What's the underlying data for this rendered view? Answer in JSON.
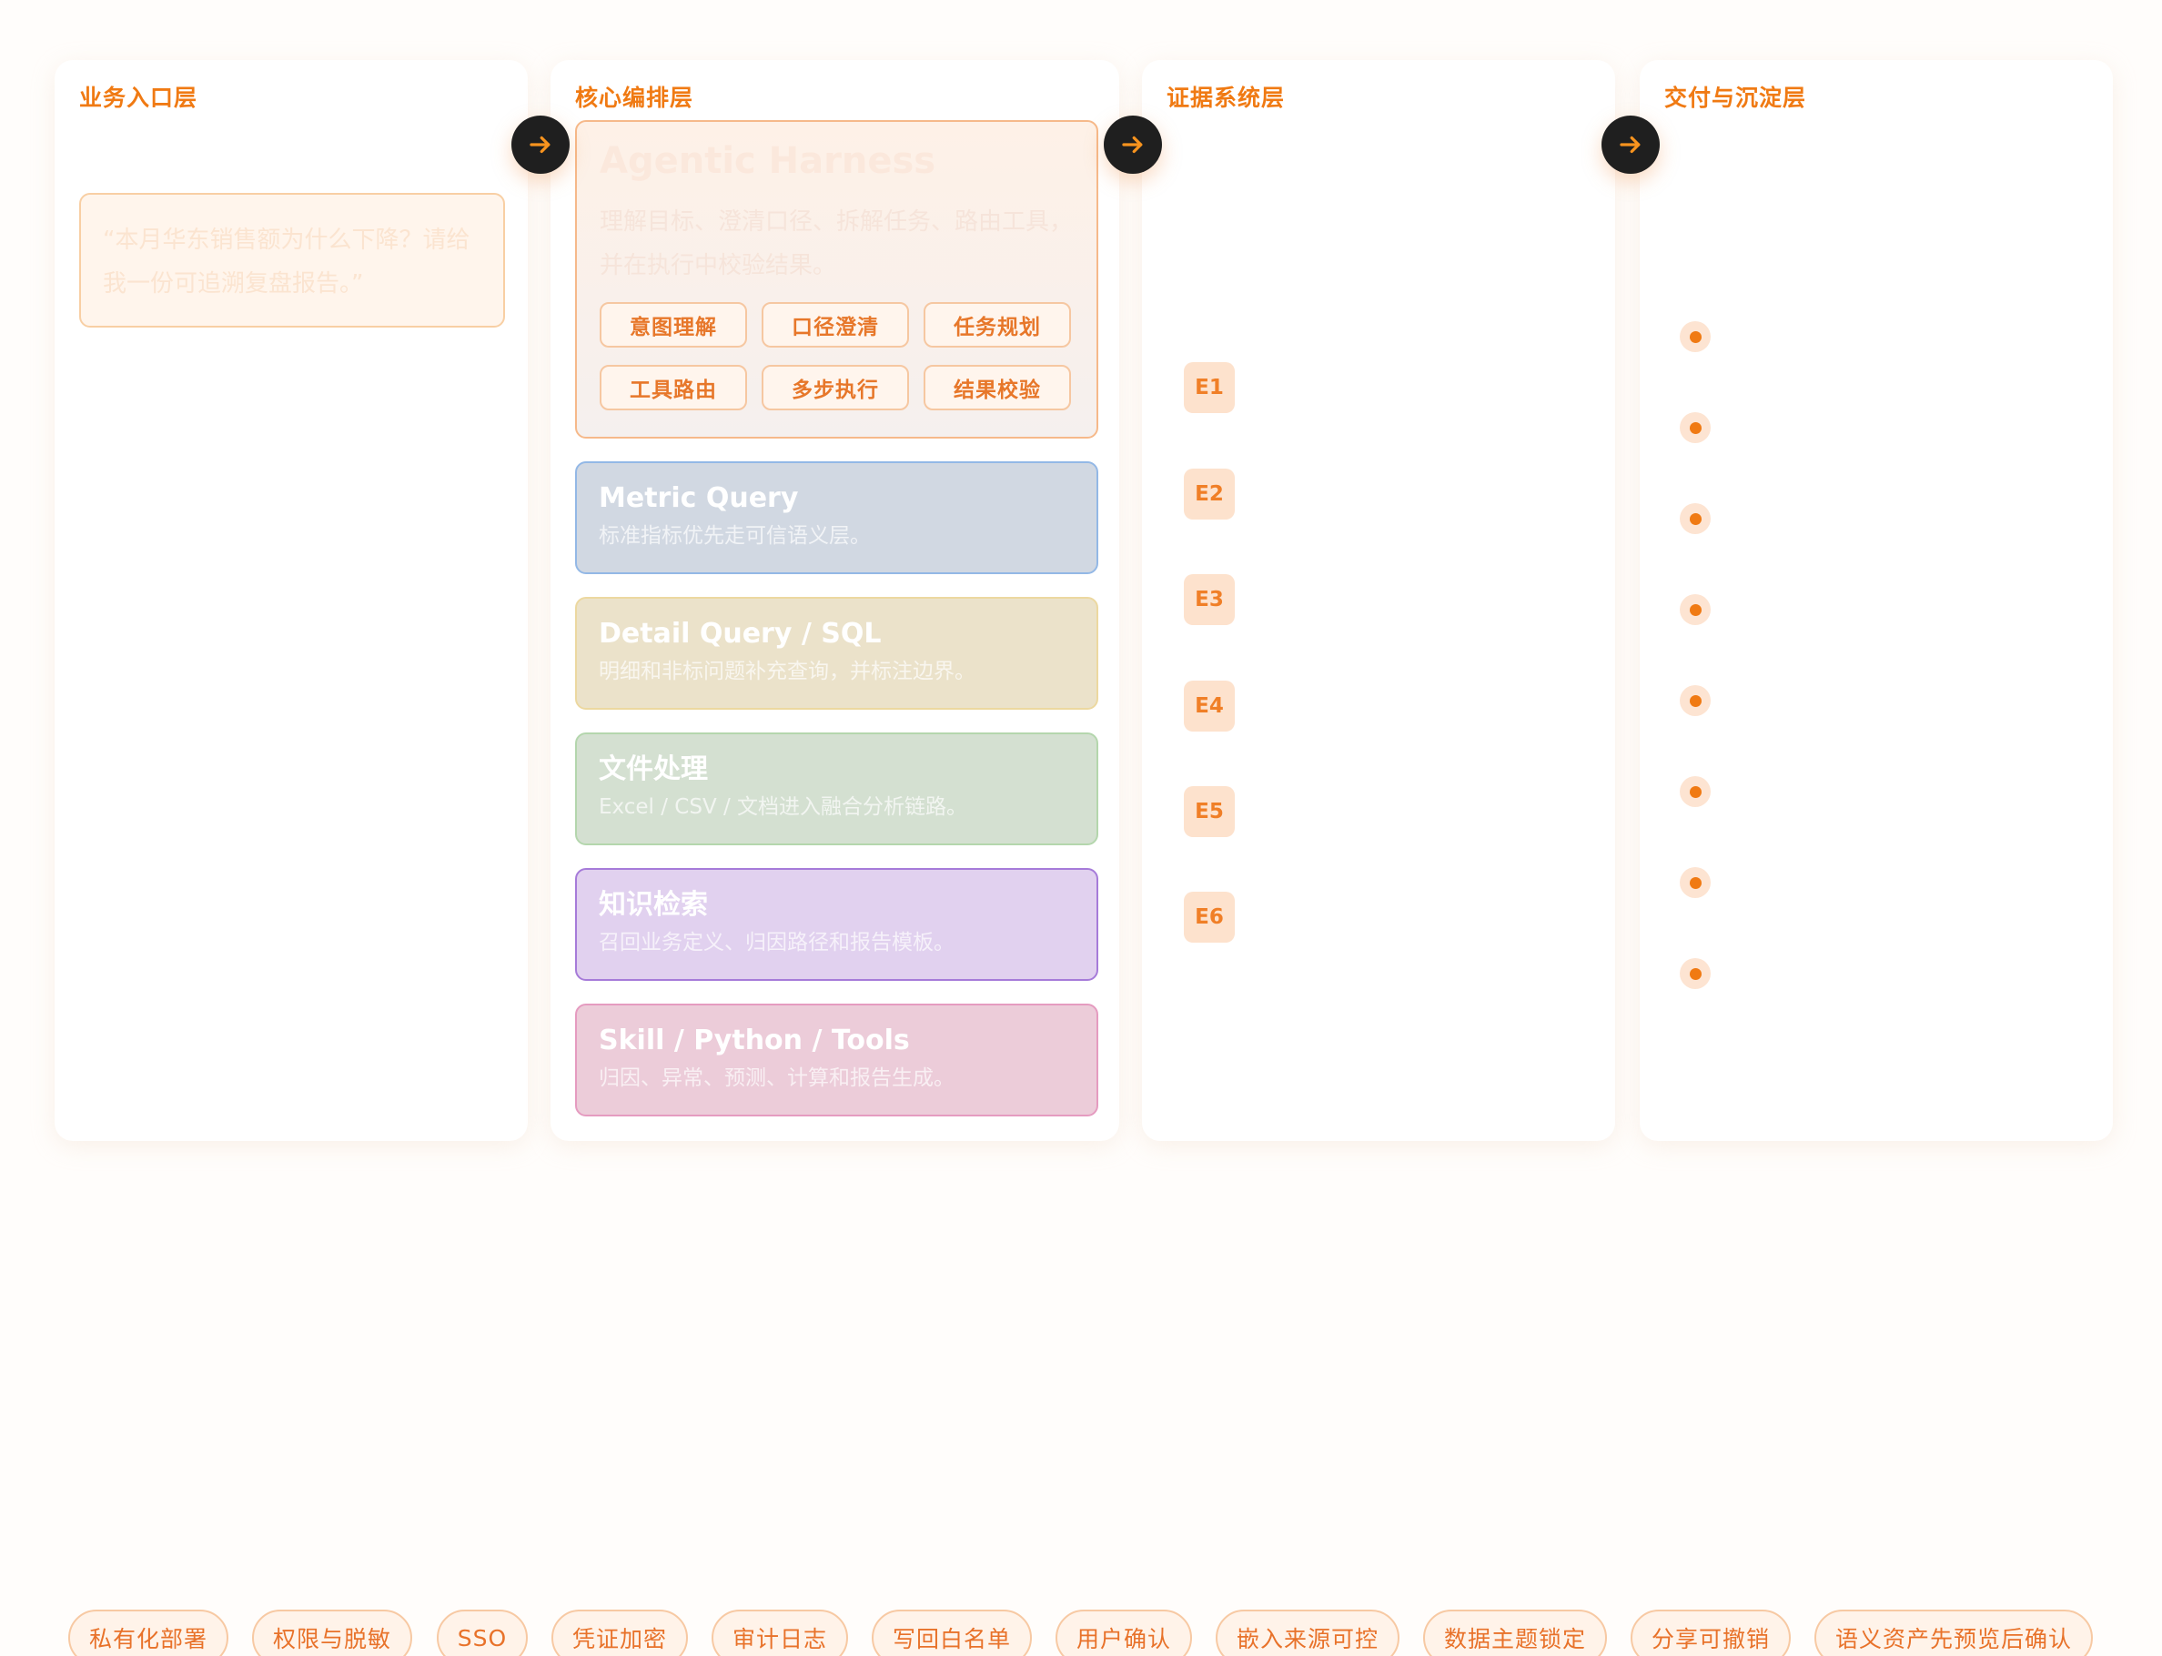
{
  "columns": {
    "entry": {
      "title": "业务入口层",
      "query": "“本月华东销售额为什么下降？请给我一份可追溯复盘报告。”"
    },
    "core": {
      "title": "核心编排层",
      "harness": {
        "title": "Agentic Harness",
        "desc": "理解目标、澄清口径、拆解任务、路由工具，并在执行中校验结果。",
        "chips": [
          "意图理解",
          "口径澄清",
          "任务规划",
          "工具路由",
          "多步执行",
          "结果校验"
        ]
      },
      "modules": [
        {
          "title": "Metric Query",
          "desc": "标准指标优先走可信语义层。"
        },
        {
          "title": "Detail Query / SQL",
          "desc": "明细和非标问题补充查询，并标注边界。"
        },
        {
          "title": "文件处理",
          "desc": "Excel / CSV / 文档进入融合分析链路。"
        },
        {
          "title": "知识检索",
          "desc": "召回业务定义、归因路径和报告模板。"
        },
        {
          "title": "Skill / Python / Tools",
          "desc": "归因、异常、预测、计算和报告生成。"
        }
      ]
    },
    "evidence": {
      "title": "证据系统层",
      "badges": [
        "E1",
        "E2",
        "E3",
        "E4",
        "E5",
        "E6"
      ]
    },
    "delivery": {
      "title": "交付与沉淀层",
      "item_count": 8
    }
  },
  "arrows": [
    "arrow-right-icon",
    "arrow-right-icon",
    "arrow-right-icon"
  ],
  "pills": [
    "私有化部署",
    "权限与脱敏",
    "SSO",
    "凭证加密",
    "审计日志",
    "写回白名单",
    "用户确认",
    "嵌入来源可控",
    "数据主题锁定",
    "分享可撤销",
    "语义资产先预览后确认"
  ],
  "colors": {
    "accent": "#f07a13",
    "arrow_bg": "#1f1f1f"
  }
}
